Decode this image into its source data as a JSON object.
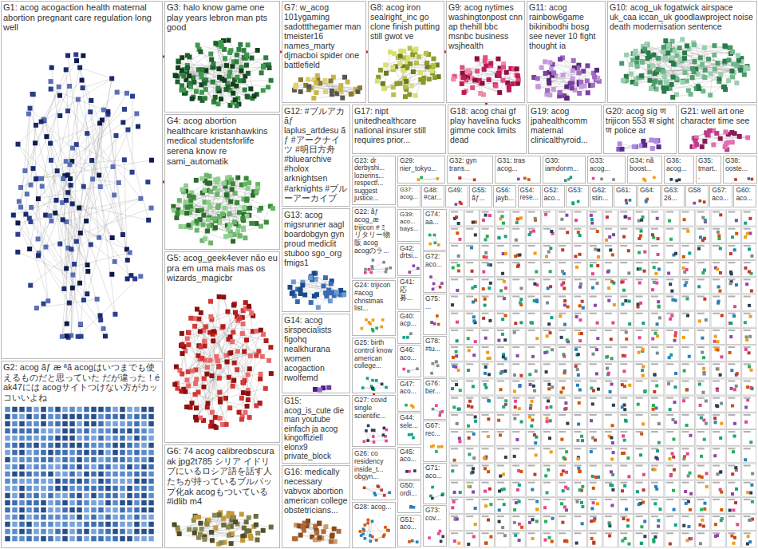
{
  "diagram": {
    "nodes": [
      {
        "text": [
          "G1: acog acogaction health maternal abortion pregnant care regulation long well"
        ]
      },
      {
        "text": [
          "G2: acog ãƒ æ ªã acogはいつまでも使えるものだと思っていた だが違った！é ak47には acogサイトつけない方がカッコいいよね"
        ]
      },
      {
        "text": [
          "G3: halo know game one play years lebron man pts good"
        ]
      },
      {
        "text": [
          "G4: acog abortion healthcare kristanhawkins medical studentsforlife serena know re sami_automatik"
        ]
      },
      {
        "text": [
          "G5: acog_geek4ever não eu pra em uma mais mas os wizards_magicbr"
        ]
      },
      {
        "text": [
          "G6: 74 acog calibreobscura ak jpg2t785 シリア イドリブにいるロシア語を話す人たちが持っているブルパップ化ak acogもついている #idlib m4"
        ]
      },
      {
        "text": [
          "G7: w_acog 101ygaming sadottthegamer man tmeister16 names_marty djmacboi spider one battlefield"
        ]
      },
      {
        "text": [
          "G8: acog iron sealright_inc go clone finish putting still gwot ve"
        ]
      },
      {
        "text": [
          "G9: acog nytimes washingtonpost cnn ap thehill bbc msnbc business wsjhealth"
        ]
      },
      {
        "text": [
          "G11: acog rainbow6game bikinibodhi bosg see never 10 fight thought ia"
        ]
      },
      {
        "text": [
          "G10: acog_uk fogatwick airspace uk_caa iccan_uk goodlawproject noise death modernisation sentence"
        ]
      },
      {
        "text": [
          "G12: #ブルアカ ãƒ laplus_artdesu ã ƒ #アークナイツ #明日方舟 #bluearchive #holox arknightsen #arknights #ブルーアーカイブ"
        ]
      },
      {
        "text": [
          "G17: nipt unitedhealthcare national insurer still requires prior..."
        ]
      },
      {
        "text": [
          "G18: acog chai gf play havelina fucks gimme cock limits dead"
        ]
      },
      {
        "text": [
          "G19: acog jpahealthcomm maternal clinicalthyroid..."
        ]
      },
      {
        "text": [
          "G20: acog sig ण trijicon 553 स sight ण police ar"
        ]
      },
      {
        "text": [
          "G21: well art one character time see"
        ]
      },
      {
        "text": [
          "G13: acog migsrunner aagl boardobgyn gyn proud mediclit stuboo sgo_org fmigs1"
        ]
      },
      {
        "text": [
          "G14: acog sirspecialists figohq nealkhurana women acogaction rwolfemd"
        ]
      },
      {
        "text": [
          "G15: acog_is_cute die man youtube einfach ja acog kingoffiziell elonx9 private_block"
        ]
      },
      {
        "text": [
          "G16: medically necessary vabvox abortion american college obstetricians..."
        ]
      },
      {
        "text": [
          "G23: dr derbyshi... lozierins... respectf... suggest justice..."
        ]
      },
      {
        "text": [
          "G29: nier_tokyo..."
        ]
      },
      {
        "text": [
          "G32: gyn trans..."
        ]
      },
      {
        "text": [
          "G31: tras acog..."
        ]
      },
      {
        "text": [
          "G30: iamdonm..."
        ]
      },
      {
        "text": [
          "G33: acog..."
        ]
      },
      {
        "text": [
          "G34: nã boost..."
        ]
      },
      {
        "text": [
          "G36: acog..."
        ]
      },
      {
        "text": [
          "G35: tmart..."
        ]
      },
      {
        "text": [
          "G38: ooste..."
        ]
      },
      {
        "text": [
          "G37: acog..."
        ]
      },
      {
        "text": [
          "G48: #car..."
        ]
      },
      {
        "text": [
          "G49:"
        ]
      },
      {
        "text": [
          "G55: ãƒ..."
        ]
      },
      {
        "text": [
          "G56: jayb..."
        ]
      },
      {
        "text": [
          "G54: rese..."
        ]
      },
      {
        "text": [
          "G52: aco..."
        ]
      },
      {
        "text": [
          "G53:"
        ]
      },
      {
        "text": [
          "G62: stin..."
        ]
      },
      {
        "text": [
          "G61:"
        ]
      },
      {
        "text": [
          "G64:"
        ]
      },
      {
        "text": [
          "G63: 26..."
        ]
      },
      {
        "text": [
          "G58"
        ]
      },
      {
        "text": [
          "G57: aco..."
        ]
      },
      {
        "text": [
          "G60: aco..."
        ]
      },
      {
        "text": [
          "G22: ãƒ acog_æ trijicon #ミリタリー物販 acog acogのラ..."
        ]
      },
      {
        "text": [
          "G24: trijicon #acog christmas list..."
        ]
      },
      {
        "text": [
          "G25: birth control know american college..."
        ]
      },
      {
        "text": [
          "G27: covid single scientific..."
        ]
      },
      {
        "text": [
          "G26: co residency inside_t... obgyn..."
        ]
      },
      {
        "text": [
          "G28: acog..."
        ]
      },
      {
        "text": [
          "G39: aco... bays..."
        ]
      },
      {
        "text": [
          "G42: drtsi..."
        ]
      },
      {
        "text": [
          "G41: 応募..."
        ]
      },
      {
        "text": [
          "G40: acp..."
        ]
      },
      {
        "text": [
          "G46: aco..."
        ]
      },
      {
        "text": [
          "G47: aco..."
        ]
      },
      {
        "text": [
          "G44: sele..."
        ]
      },
      {
        "text": [
          "G45: aco..."
        ]
      },
      {
        "text": [
          "G50: ordi..."
        ]
      },
      {
        "text": [
          "G51: aco..."
        ]
      },
      {
        "text": [
          "G74: aa..."
        ]
      },
      {
        "text": [
          "G72: aco..."
        ]
      },
      {
        "text": [
          "G75: ..."
        ]
      },
      {
        "text": [
          "G78: #tu..."
        ]
      },
      {
        "text": [
          "G76: ber..."
        ]
      },
      {
        "text": [
          "G67: rec..."
        ]
      },
      {
        "text": [
          "G71: aco..."
        ]
      },
      {
        "text": [
          "G73: cov..."
        ]
      }
    ],
    "edges": [
      {
        "from": 0,
        "to": 2,
        "arrow": "none"
      },
      {
        "from": 0,
        "to": 3,
        "arrow": "none"
      },
      {
        "from": 2,
        "to": 6,
        "arrow": "none"
      },
      {
        "from": 6,
        "to": 7,
        "arrow": "none"
      },
      {
        "from": 7,
        "to": 8,
        "arrow": "none"
      },
      {
        "from": 8,
        "to": 13,
        "arrow": "none"
      },
      {
        "from": 48,
        "to": 49,
        "arrow": "none"
      }
    ]
  }
}
